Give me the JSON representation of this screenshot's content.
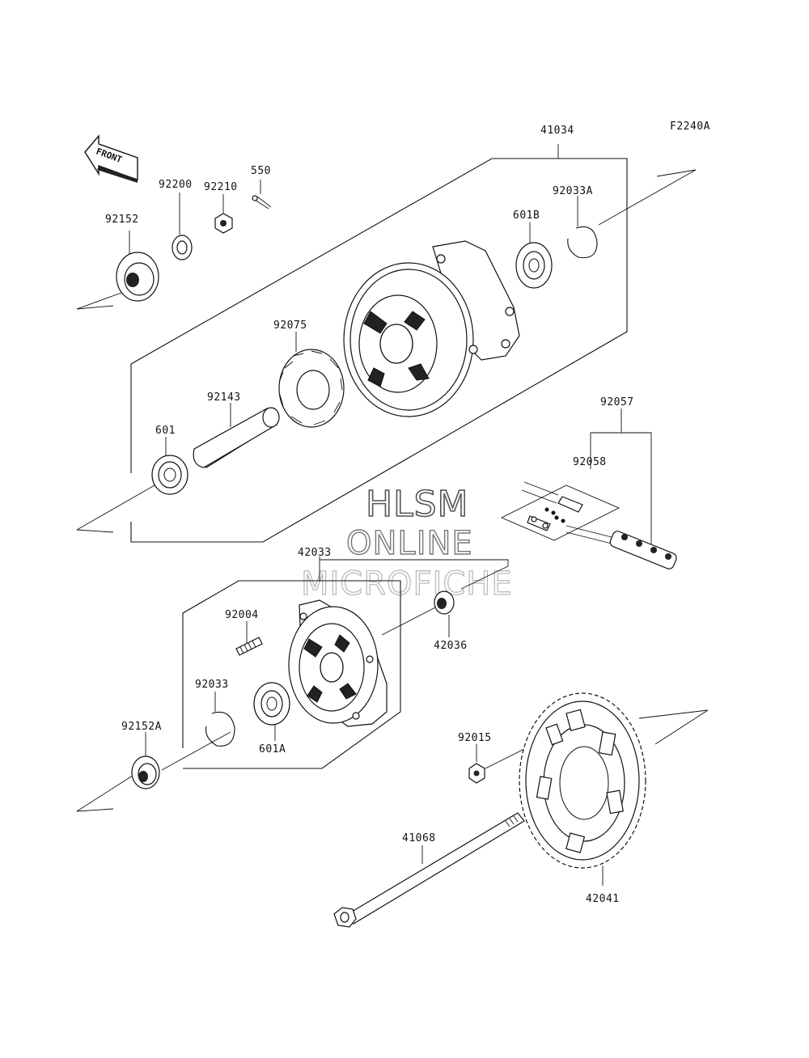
{
  "figure_code": "F2240A",
  "front_label": "FRONT",
  "watermark": {
    "line1": "HLSM",
    "line2": "ONLINE",
    "line3": "MICROFICHE"
  },
  "parts": {
    "p41034": "41034",
    "p92152": "92152",
    "p92200": "92200",
    "p92210": "92210",
    "p550": "550",
    "p92033A": "92033A",
    "p601B": "601B",
    "p92075": "92075",
    "p92143": "92143",
    "p601": "601",
    "p92057": "92057",
    "p92058": "92058",
    "p42033": "42033",
    "p92004": "92004",
    "p42036": "42036",
    "p92033": "92033",
    "p92152A": "92152A",
    "p601A": "601A",
    "p92015": "92015",
    "p41068": "41068",
    "p42041": "42041"
  }
}
